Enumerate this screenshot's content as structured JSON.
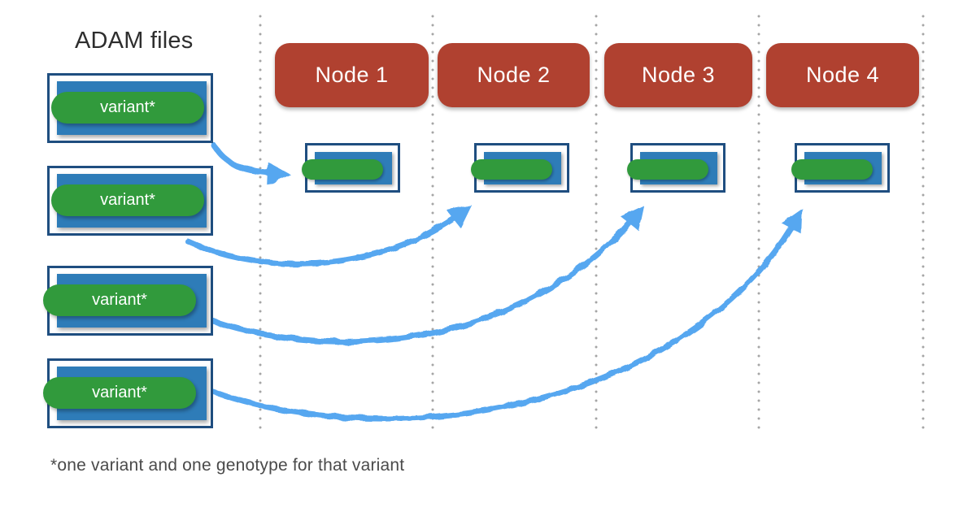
{
  "title": "ADAM files",
  "footnote": "*one variant and one genotype for that variant",
  "files": [
    {
      "label": "variant*"
    },
    {
      "label": "variant*"
    },
    {
      "label": "variant*"
    },
    {
      "label": "variant*"
    }
  ],
  "nodes": [
    {
      "label": "Node 1"
    },
    {
      "label": "Node 2"
    },
    {
      "label": "Node 3"
    },
    {
      "label": "Node 4"
    }
  ],
  "colors": {
    "node_red": "#b04130",
    "file_blue": "#2e7cb8",
    "pill_green": "#319a3c",
    "border_navy": "#1f4e80",
    "arrow_blue": "#57a7f0",
    "dot_gray": "#a5a5a5"
  }
}
